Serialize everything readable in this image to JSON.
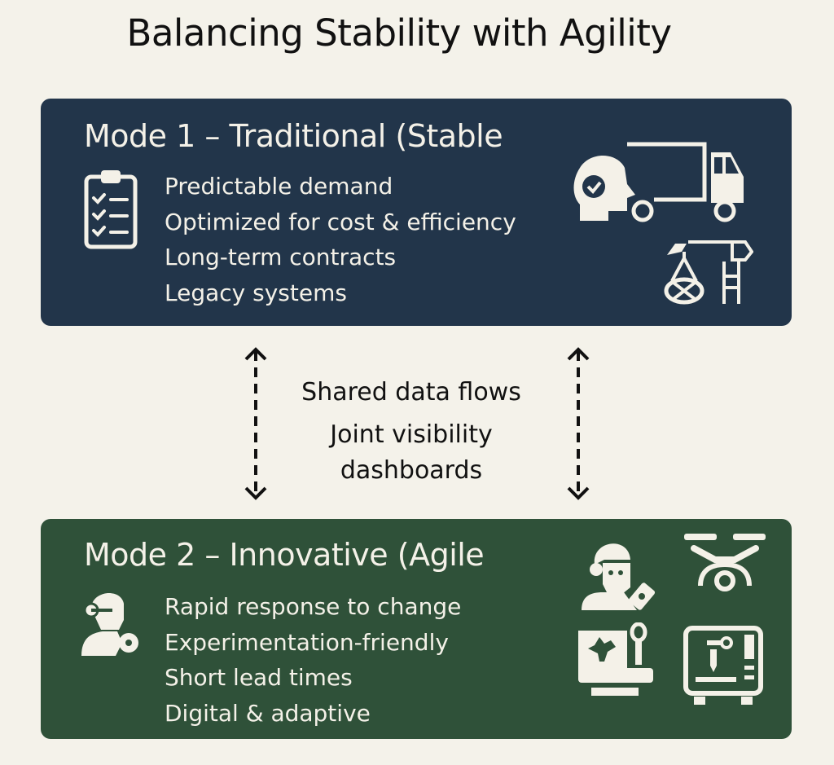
{
  "title": "Balancing Stability with Agility",
  "mode1": {
    "heading": "Mode 1 – Traditional (Stable",
    "items": [
      "Predictable demand",
      "Optimized for cost & efficiency",
      "Long-term contracts",
      "Legacy systems"
    ],
    "icons": [
      "clipboard-checklist-icon",
      "head-check-icon",
      "truck-icon",
      "crane-icon"
    ],
    "color": "#22354a"
  },
  "shared": {
    "lines": [
      "Shared data flows",
      "Joint visibility",
      "dashboards"
    ]
  },
  "mode2": {
    "heading": "Mode 2 – Innovative (Agile",
    "items": [
      "Rapid response to change",
      "Experimentation-friendly",
      "Short lead times",
      "Digital & adaptive"
    ],
    "icons": [
      "engineer-headset-icon",
      "worker-robot-icon",
      "drone-icon",
      "monitor-design-icon",
      "3d-printer-icon"
    ],
    "color": "#2f5139"
  }
}
